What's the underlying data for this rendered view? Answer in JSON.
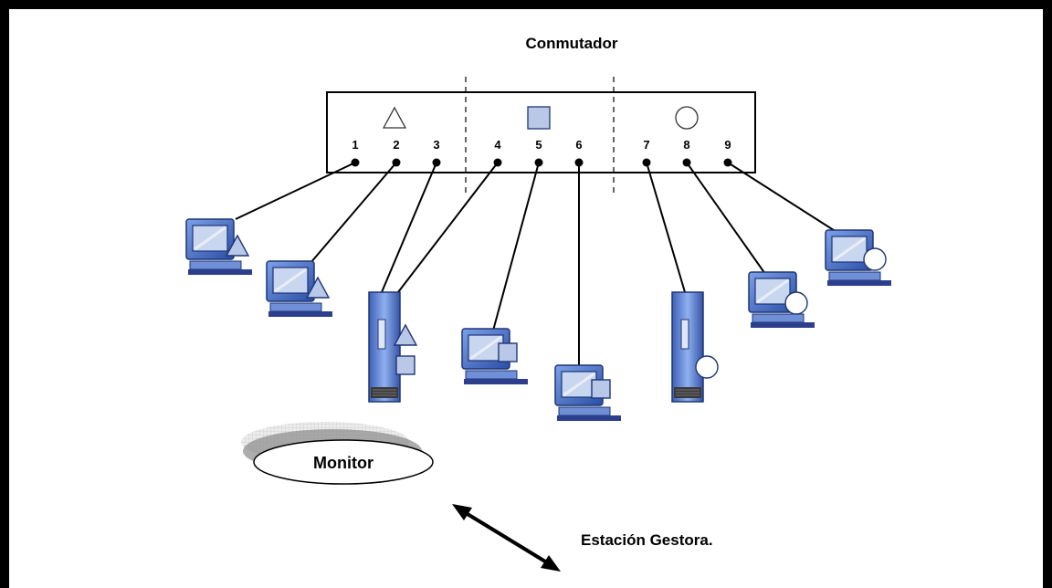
{
  "title": "Conmutador",
  "ports": [
    "1",
    "2",
    "3",
    "4",
    "5",
    "6",
    "7",
    "8",
    "9"
  ],
  "groups": [
    {
      "symbol": "triangle-icon",
      "ports": [
        1,
        2,
        3
      ]
    },
    {
      "symbol": "square-icon",
      "ports": [
        4,
        5,
        6
      ]
    },
    {
      "symbol": "circle-icon",
      "ports": [
        7,
        8,
        9
      ]
    }
  ],
  "monitor_label": "Monitor",
  "station_label": "Estación Gestora.",
  "colors": {
    "device_blue": "#5b7fd1",
    "device_dark": "#2c3f8c",
    "screen": "#c9d6f0",
    "symbol_fill": "#b9c8e8"
  }
}
